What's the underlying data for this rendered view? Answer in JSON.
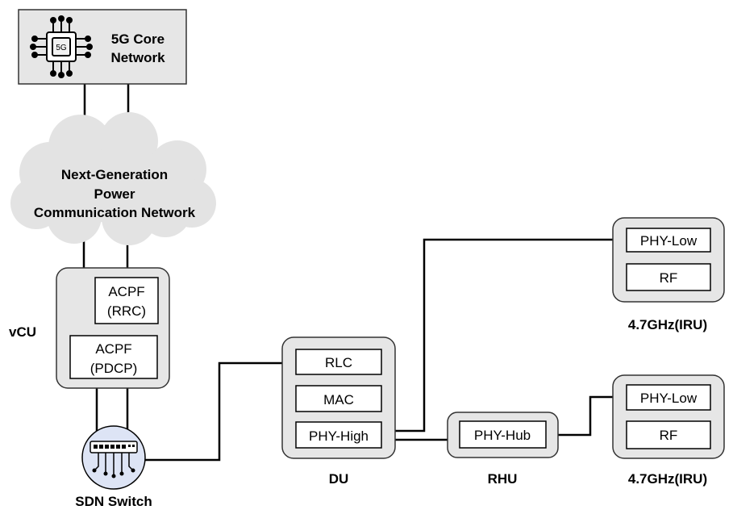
{
  "core": {
    "line1": "5G Core",
    "line2": "Network",
    "chip_label": "5G"
  },
  "cloud": {
    "line1": "Next-Generation",
    "line2": "Power",
    "line3": "Communication Network"
  },
  "vcu": {
    "label": "vCU",
    "rrc": {
      "line1": "ACPF",
      "line2": "(RRC)"
    },
    "pdcp": {
      "line1": "ACPF",
      "line2": "(PDCP)"
    }
  },
  "switch": {
    "label": "SDN Switch"
  },
  "du": {
    "label": "DU",
    "rlc": "RLC",
    "mac": "MAC",
    "phy_high": "PHY-High"
  },
  "rhu": {
    "label": "RHU",
    "phy_hub": "PHY-Hub"
  },
  "iru_top": {
    "label": "4.7GHz(IRU)",
    "phy_low": "PHY-Low",
    "rf": "RF"
  },
  "iru_bottom": {
    "label": "4.7GHz(IRU)",
    "phy_low": "PHY-Low",
    "rf": "RF"
  },
  "colors": {
    "container_fill": "#e6e6e6",
    "box_fill": "#ffffff",
    "cloud_fill": "#e3e3e3",
    "switch_fill": "#dde4f5"
  }
}
